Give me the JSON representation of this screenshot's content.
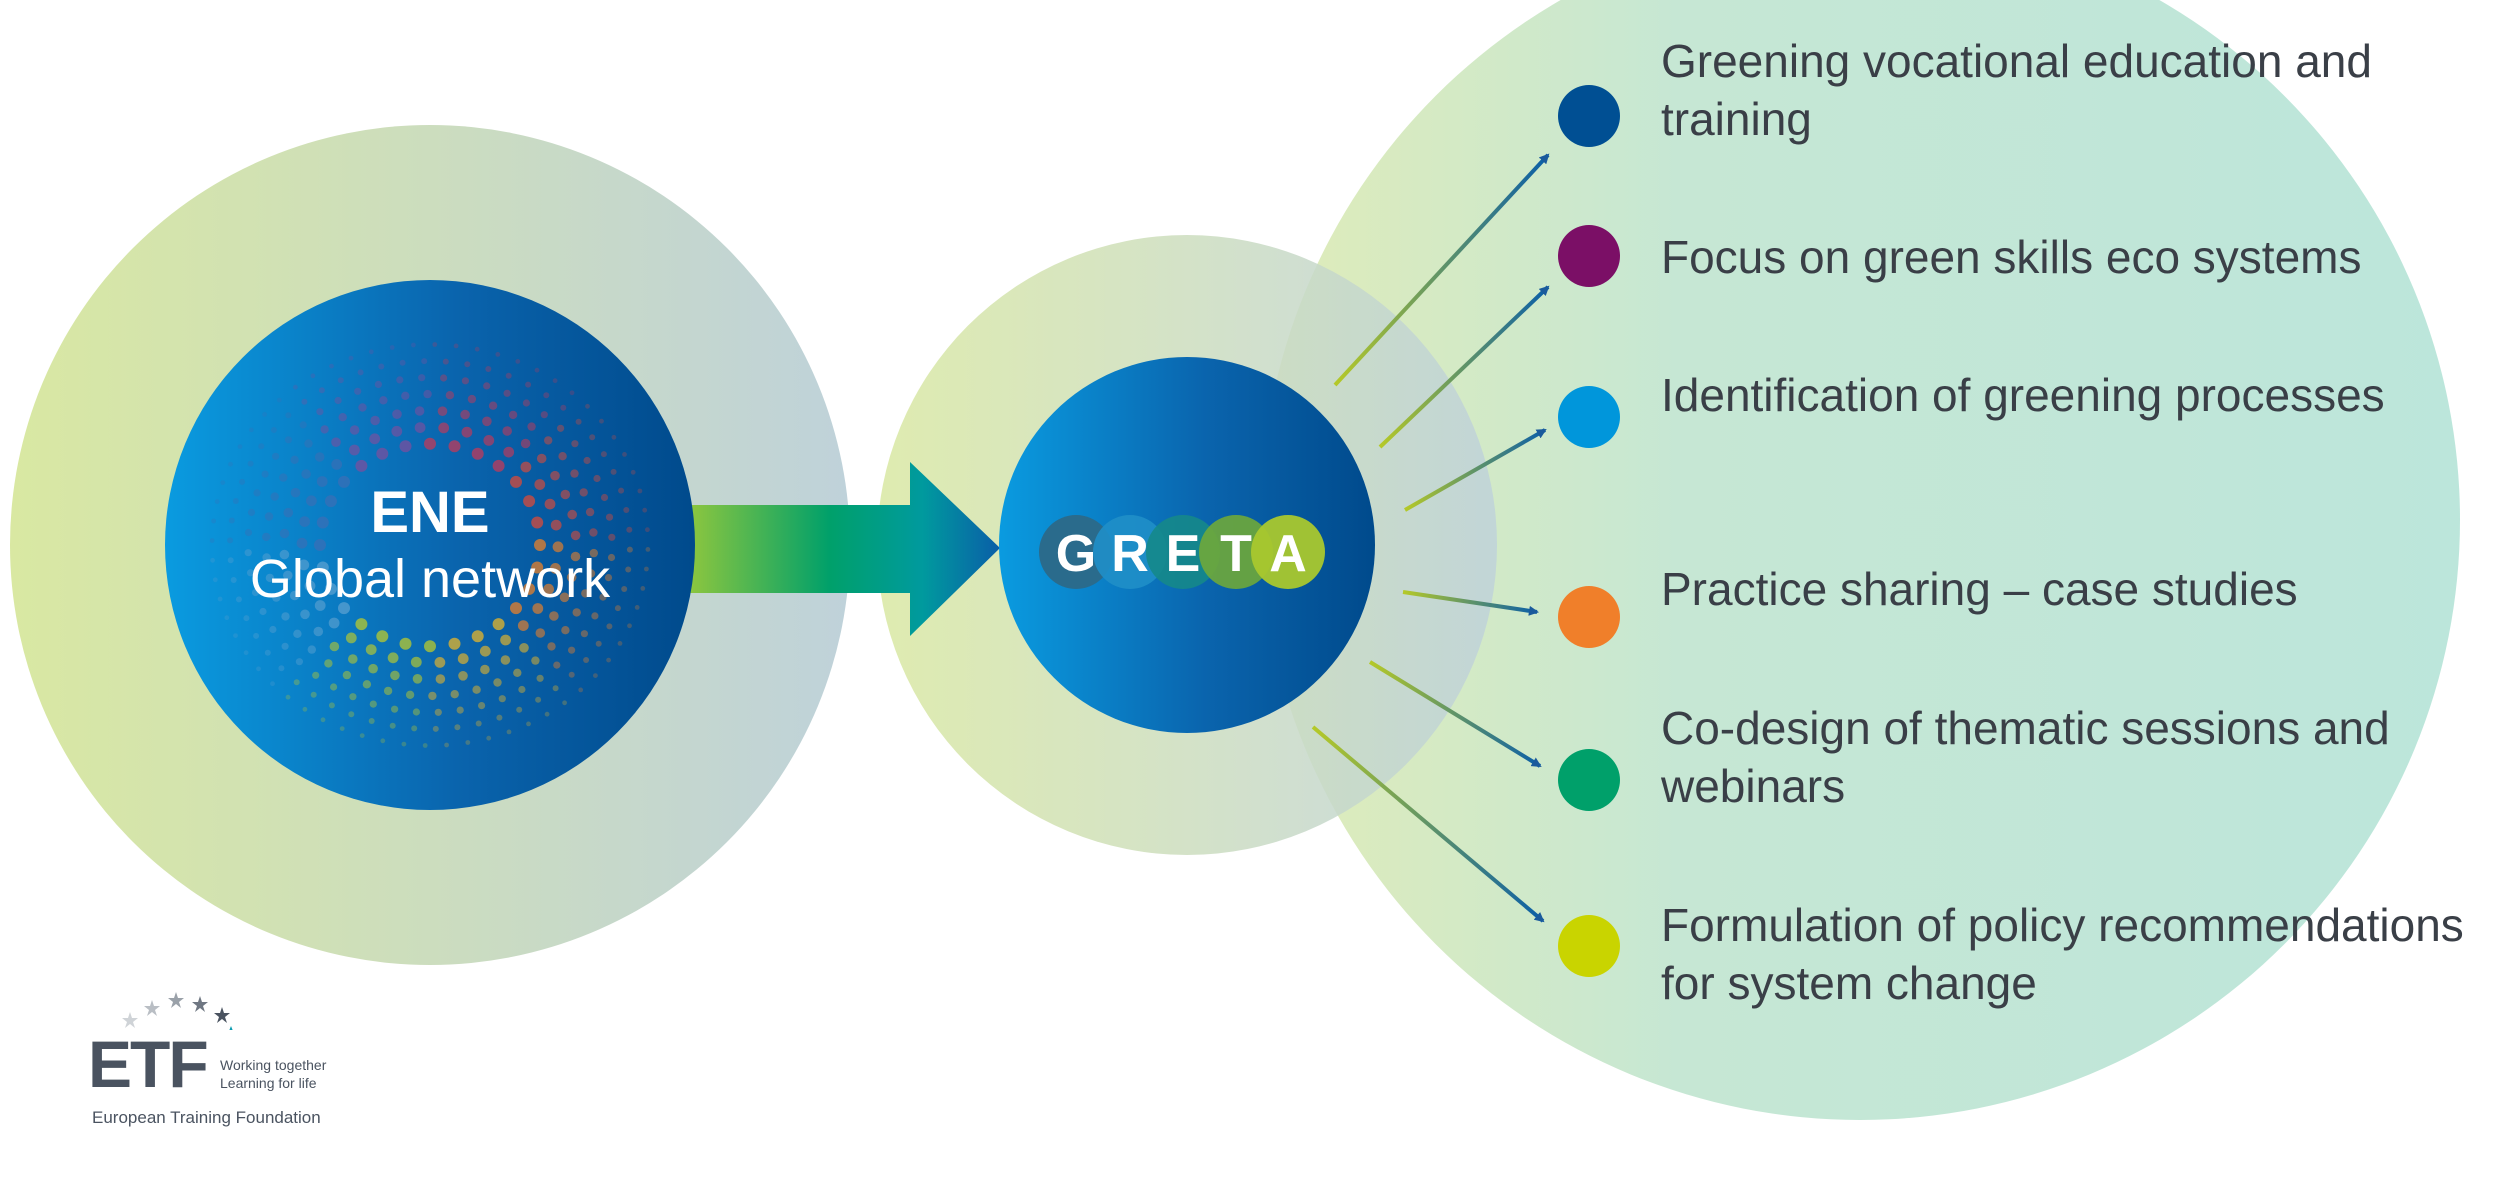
{
  "source": {
    "title": "ENE",
    "subtitle": "Global network"
  },
  "target": {
    "letters": [
      "G",
      "R",
      "E",
      "T",
      "A"
    ]
  },
  "items": [
    {
      "label": "Greening vocational education and training",
      "color": "#004f93"
    },
    {
      "label": "Focus on green skills eco systems",
      "color": "#7b0f66"
    },
    {
      "label": "Identification of greening processes",
      "color": "#0096db"
    },
    {
      "label": "Practice sharing – case studies",
      "color": "#f07f2a"
    },
    {
      "label": "Co-design of thematic sessions and webinars",
      "color": "#00a06a"
    },
    {
      "label": "Formulation of policy recommendations for system change",
      "color": "#c9d400"
    }
  ],
  "logo": {
    "wordmark": "ETF",
    "tagline": "Working together Learning for life",
    "name": "European Training Foundation"
  },
  "colors": {
    "circle_blue_light": "#0a9be0",
    "circle_blue_dark": "#004f93",
    "halo_green": "#d7e6a0",
    "halo_grey": "#bfd3d8",
    "big_halo": "#bde6db"
  }
}
